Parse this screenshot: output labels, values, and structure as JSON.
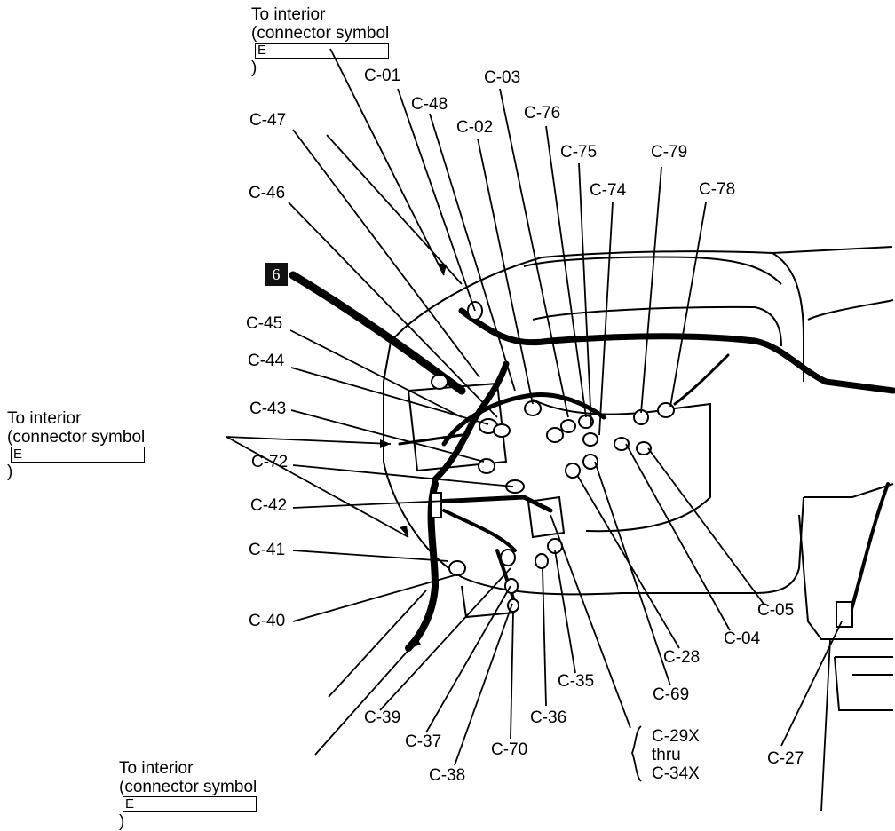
{
  "interior_note": {
    "line1": "To interior",
    "line2": "(connector symbol",
    "symbol": "E",
    "close": ")"
  },
  "section_badge": "6",
  "connectors": {
    "c01": "C-01",
    "c02": "C-02",
    "c03": "C-03",
    "c04": "C-04",
    "c05": "C-05",
    "c27": "C-27",
    "c28": "C-28",
    "c35": "C-35",
    "c36": "C-36",
    "c37": "C-37",
    "c38": "C-38",
    "c39": "C-39",
    "c40": "C-40",
    "c41": "C-41",
    "c42": "C-42",
    "c43": "C-43",
    "c44": "C-44",
    "c45": "C-45",
    "c46": "C-46",
    "c47": "C-47",
    "c48": "C-48",
    "c69": "C-69",
    "c70": "C-70",
    "c72": "C-72",
    "c74": "C-74",
    "c75": "C-75",
    "c76": "C-76",
    "c78": "C-78",
    "c79": "C-79"
  },
  "range_group": {
    "from": "C-29X",
    "through": "thru",
    "to": "C-34X"
  }
}
